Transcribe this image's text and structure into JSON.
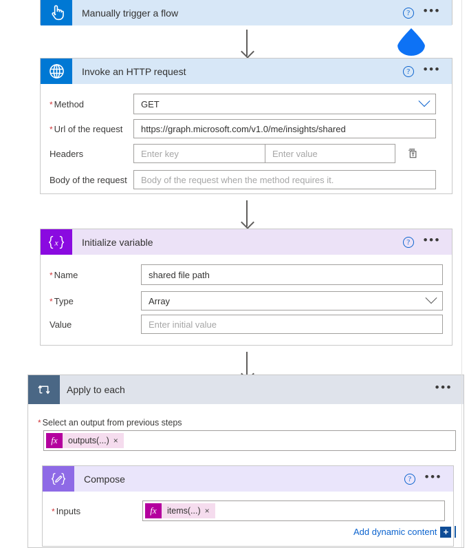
{
  "flow": {
    "steps": [
      {
        "id": "trigger",
        "title": "Manually trigger a flow",
        "icon": "tap-hand-icon",
        "help_label": "?",
        "menu_label": "•••"
      },
      {
        "id": "http",
        "title": "Invoke an HTTP request",
        "icon": "globe-icon",
        "help_label": "?",
        "menu_label": "•••",
        "fields": [
          {
            "label": "Method",
            "required": true,
            "value": "GET",
            "placeholder": "",
            "control": "dropdown"
          },
          {
            "label": "Url of the request",
            "required": true,
            "value": "https://graph.microsoft.com/v1.0/me/insights/shared",
            "placeholder": "",
            "control": "text"
          },
          {
            "label": "Headers",
            "required": false,
            "value": "",
            "placeholder": "Enter key",
            "placeholder2": "Enter value",
            "control": "keyvalue",
            "delete_icon": "trash-icon"
          },
          {
            "label": "Body of the request",
            "required": false,
            "value": "",
            "placeholder": "Body of the request when the method requires it.",
            "control": "text"
          }
        ]
      },
      {
        "id": "initvar",
        "title": "Initialize variable",
        "icon": "variable-braces-icon",
        "help_label": "?",
        "menu_label": "•••",
        "fields": [
          {
            "label": "Name",
            "required": true,
            "value": "shared file path",
            "placeholder": "",
            "control": "text"
          },
          {
            "label": "Type",
            "required": true,
            "value": "Array",
            "placeholder": "",
            "control": "dropdown"
          },
          {
            "label": "Value",
            "required": false,
            "value": "",
            "placeholder": "Enter initial value",
            "control": "text"
          }
        ]
      },
      {
        "id": "applytoeach",
        "title": "Apply to each",
        "icon": "loop-icon",
        "menu_label": "•••",
        "select_label": "Select an output from previous steps",
        "select_required": true,
        "token": {
          "fx": "fx",
          "text": "outputs(...)",
          "remove": "×"
        }
      },
      {
        "id": "compose",
        "title": "Compose",
        "icon": "compose-pencil-icon",
        "help_label": "?",
        "menu_label": "•••",
        "inputs_label": "Inputs",
        "inputs_required": true,
        "token": {
          "fx": "fx",
          "text": "items(...)",
          "remove": "×"
        },
        "add_dynamic_content": "Add dynamic content",
        "add_dynamic_plus": "+"
      }
    ]
  },
  "colors": {
    "trigger_icon": "#0078d4",
    "trigger_header": "#d7e7f7",
    "http_icon": "#0078d4",
    "http_header": "#d7e7f7",
    "initvar_icon": "#8a0ae0",
    "initvar_header": "#ece2f7",
    "loop_icon": "#4a6785",
    "loop_header": "#dfe3eb",
    "compose_icon": "#8e6ae6",
    "compose_header": "#eae5fb",
    "token_fx": "#b4009e",
    "token_body": "#f5dcee",
    "link": "#0b63ce",
    "required_asterisk": "#d13438",
    "cursor_teardrop": "#0d72f5"
  }
}
